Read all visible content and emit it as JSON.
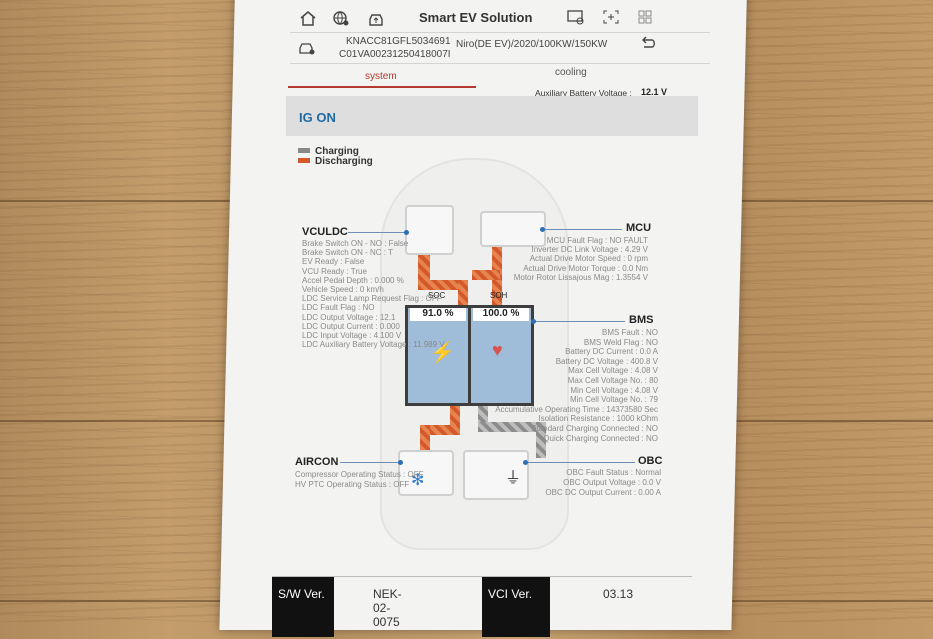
{
  "header": {
    "title": "Smart EV Solution"
  },
  "vehicle": {
    "vin": "KNACC81GFL5034691",
    "code": "C01VA00231250418007I",
    "model": "Niro(DE EV)/2020/100KW/150KW"
  },
  "tabs": [
    {
      "label": "system"
    },
    {
      "label": "cooling"
    }
  ],
  "aux_battery": {
    "label": "Auxiliary Battery Voltage :",
    "value": "12.1 V"
  },
  "ig_status": "IG ON",
  "legend": {
    "charging": "Charging",
    "discharging": "Discharging"
  },
  "battery": {
    "soc_label": "SOC",
    "soc_value": "91.0 %",
    "soh_label": "SOH",
    "soh_value": "100.0 %"
  },
  "vcu": {
    "title": "VCULDC",
    "lines": [
      "Brake Switch ON - NO : False",
      "Brake Switch ON - NC : T",
      "EV Ready : False",
      "VCU Ready : True",
      "Accel Pedal Depth : 0.000 %",
      "Vehicle Speed : 0 km/h",
      "LDC Service Lamp Request Flag : OFF",
      "LDC Fault Flag : NO",
      "LDC Output Voltage : 12.1",
      "LDC Output Current : 0.000",
      "LDC Input Voltage : 4.100 V",
      "LDC Auxiliary Battery Voltage : 11.989 V"
    ]
  },
  "mcu": {
    "title": "MCU",
    "lines": [
      "MCU Fault Flag : NO FAULT",
      "Inverter DC Link Voltage : 4.29 V",
      "Actual Drive Motor Speed : 0 rpm",
      "Actual Drive Motor Torque : 0.0 Nm",
      "Motor Rotor Lissajous Mag : 1.3554 V"
    ]
  },
  "bms": {
    "title": "BMS",
    "lines": [
      "BMS Fault : NO",
      "BMS Weld Flag : NO",
      "Battery DC Current : 0.0 A",
      "Battery DC Voltage : 400.8 V",
      "Max Cell Voltage : 4.08 V",
      "Max Cell Voltage No. : 80",
      "Min Cell Voltage : 4.08 V",
      "Min Cell Voltage No. : 79",
      "Accumulative Operating Time : 14373580 Sec",
      "Isolation Resistance : 1000 kOhm",
      "Standard Charging Connected : NO",
      "Quick Charging Connected : NO"
    ]
  },
  "aircon": {
    "title": "AIRCON",
    "lines": [
      "Compressor Operating Status : OFF",
      "HV PTC Operating Status : OFF"
    ]
  },
  "obc": {
    "title": "OBC",
    "lines": [
      "OBC Fault Status : Normal",
      "OBC Output Voltage : 0.0 V",
      "OBC DC Output Current : 0.00 A"
    ]
  },
  "versions": {
    "sw_label": "S/W Ver.",
    "sw_value": "NEK-02-0075",
    "vci_label": "VCI Ver.",
    "vci_value": "03.13"
  },
  "colors": {
    "accent": "#b23a2f",
    "ig_text": "#1f6aa5",
    "charging": "#8a8a8a",
    "discharging": "#d4582a"
  },
  "icons": [
    "home-icon",
    "globe-settings-icon",
    "car-upload-icon",
    "car-register-icon",
    "target-icon",
    "grid-icon",
    "car-icon",
    "return-icon",
    "lightning-icon",
    "heart-icon",
    "fan-icon",
    "plug-icon"
  ]
}
